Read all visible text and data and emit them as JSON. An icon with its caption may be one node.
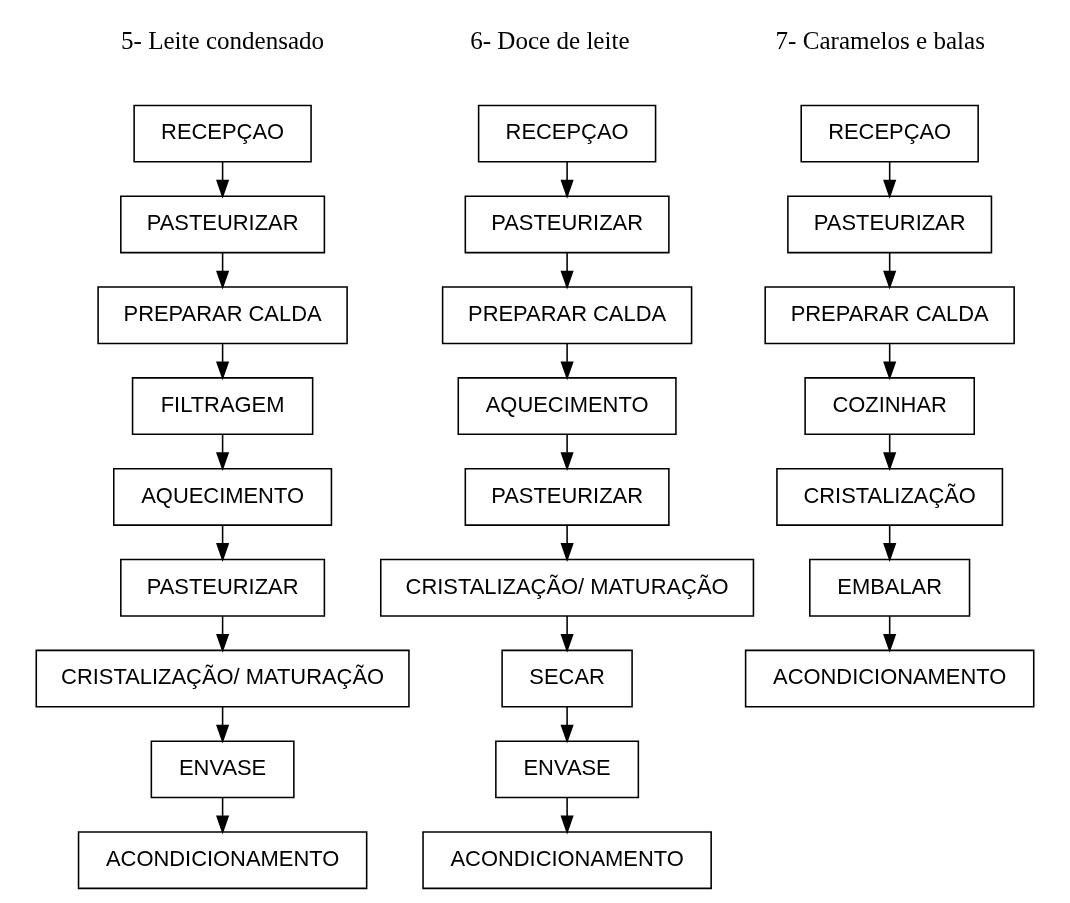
{
  "diagram": {
    "nodes": [
      {
        "text": [
          "RECEPÇAO"
        ]
      },
      {
        "text": [
          "PASTEURIZAR"
        ]
      },
      {
        "text": [
          "PREPARAR CALDA"
        ]
      },
      {
        "text": [
          "FILTRAGEM"
        ]
      },
      {
        "text": [
          "AQUECIMENTO"
        ]
      },
      {
        "text": [
          "PASTEURIZAR"
        ]
      },
      {
        "text": [
          "CRISTALIZAÇÃO/ MATURAÇÃO"
        ]
      },
      {
        "text": [
          "ENVASE"
        ]
      },
      {
        "text": [
          "ACONDICIONAMENTO"
        ]
      },
      {
        "text": [
          "RECEPÇAO"
        ]
      },
      {
        "text": [
          "PASTEURIZAR"
        ]
      },
      {
        "text": [
          "PREPARAR CALDA"
        ]
      },
      {
        "text": [
          "AQUECIMENTO"
        ]
      },
      {
        "text": [
          "PASTEURIZAR"
        ]
      },
      {
        "text": [
          "CRISTALIZAÇÃO/ MATURAÇÃO"
        ]
      },
      {
        "text": [
          "SECAR"
        ]
      },
      {
        "text": [
          "ENVASE"
        ]
      },
      {
        "text": [
          "ACONDICIONAMENTO"
        ]
      },
      {
        "text": [
          "RECEPÇAO"
        ]
      },
      {
        "text": [
          "PASTEURIZAR"
        ]
      },
      {
        "text": [
          "PREPARAR CALDA"
        ]
      },
      {
        "text": [
          "COZINHAR"
        ]
      },
      {
        "text": [
          "CRISTALIZAÇÃO"
        ]
      },
      {
        "text": [
          "EMBALAR"
        ]
      },
      {
        "text": [
          "ACONDICIONAMENTO"
        ]
      }
    ],
    "edges": [
      {
        "from": 0,
        "to": 1,
        "arrow": "to"
      },
      {
        "from": 1,
        "to": 2,
        "arrow": "to"
      },
      {
        "from": 2,
        "to": 3,
        "arrow": "to"
      },
      {
        "from": 3,
        "to": 4,
        "arrow": "to"
      },
      {
        "from": 4,
        "to": 5,
        "arrow": "to"
      },
      {
        "from": 5,
        "to": 6,
        "arrow": "to"
      },
      {
        "from": 6,
        "to": 7,
        "arrow": "to"
      },
      {
        "from": 7,
        "to": 8,
        "arrow": "to"
      },
      {
        "from": 9,
        "to": 10,
        "arrow": "to"
      },
      {
        "from": 10,
        "to": 11,
        "arrow": "to"
      },
      {
        "from": 11,
        "to": 12,
        "arrow": "to"
      },
      {
        "from": 12,
        "to": 13,
        "arrow": "to"
      },
      {
        "from": 13,
        "to": 14,
        "arrow": "to"
      },
      {
        "from": 14,
        "to": 15,
        "arrow": "to"
      },
      {
        "from": 15,
        "to": 16,
        "arrow": "to"
      },
      {
        "from": 16,
        "to": 17,
        "arrow": "to"
      },
      {
        "from": 18,
        "to": 19,
        "arrow": "to"
      },
      {
        "from": 19,
        "to": 20,
        "arrow": "to"
      },
      {
        "from": 20,
        "to": 21,
        "arrow": "to"
      },
      {
        "from": 21,
        "to": 22,
        "arrow": "to"
      },
      {
        "from": 22,
        "to": 23,
        "arrow": "to"
      },
      {
        "from": 23,
        "to": 24,
        "arrow": "to"
      }
    ],
    "labels": [
      "5- Leite condensado",
      "6- Doce de leite",
      "7- Caramelos e balas"
    ]
  }
}
